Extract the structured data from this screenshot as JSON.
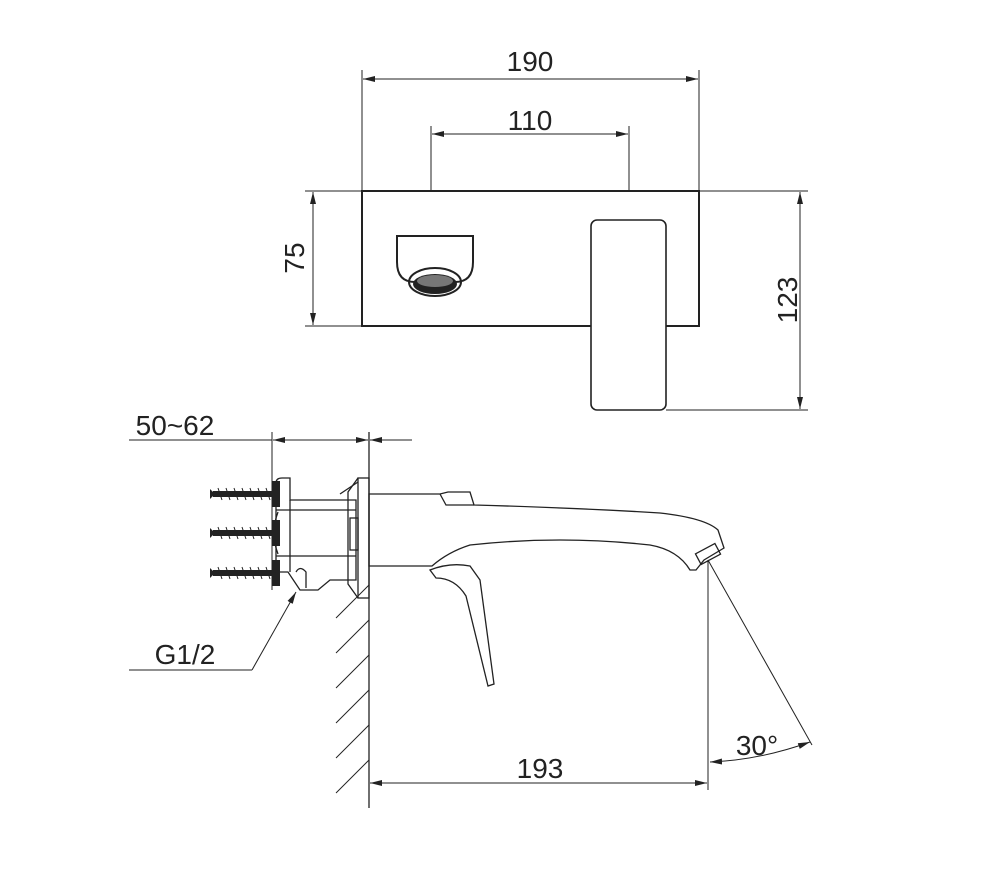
{
  "drawing": {
    "dimensions": {
      "overall_width": "190",
      "spout_spacing": "110",
      "plate_height": "75",
      "handle_height": "123",
      "wall_depth": "50~62",
      "thread": "G1/2",
      "spout_reach": "193",
      "spout_angle": "30°"
    },
    "colors": {
      "line": "#222222",
      "background": "#ffffff"
    }
  }
}
